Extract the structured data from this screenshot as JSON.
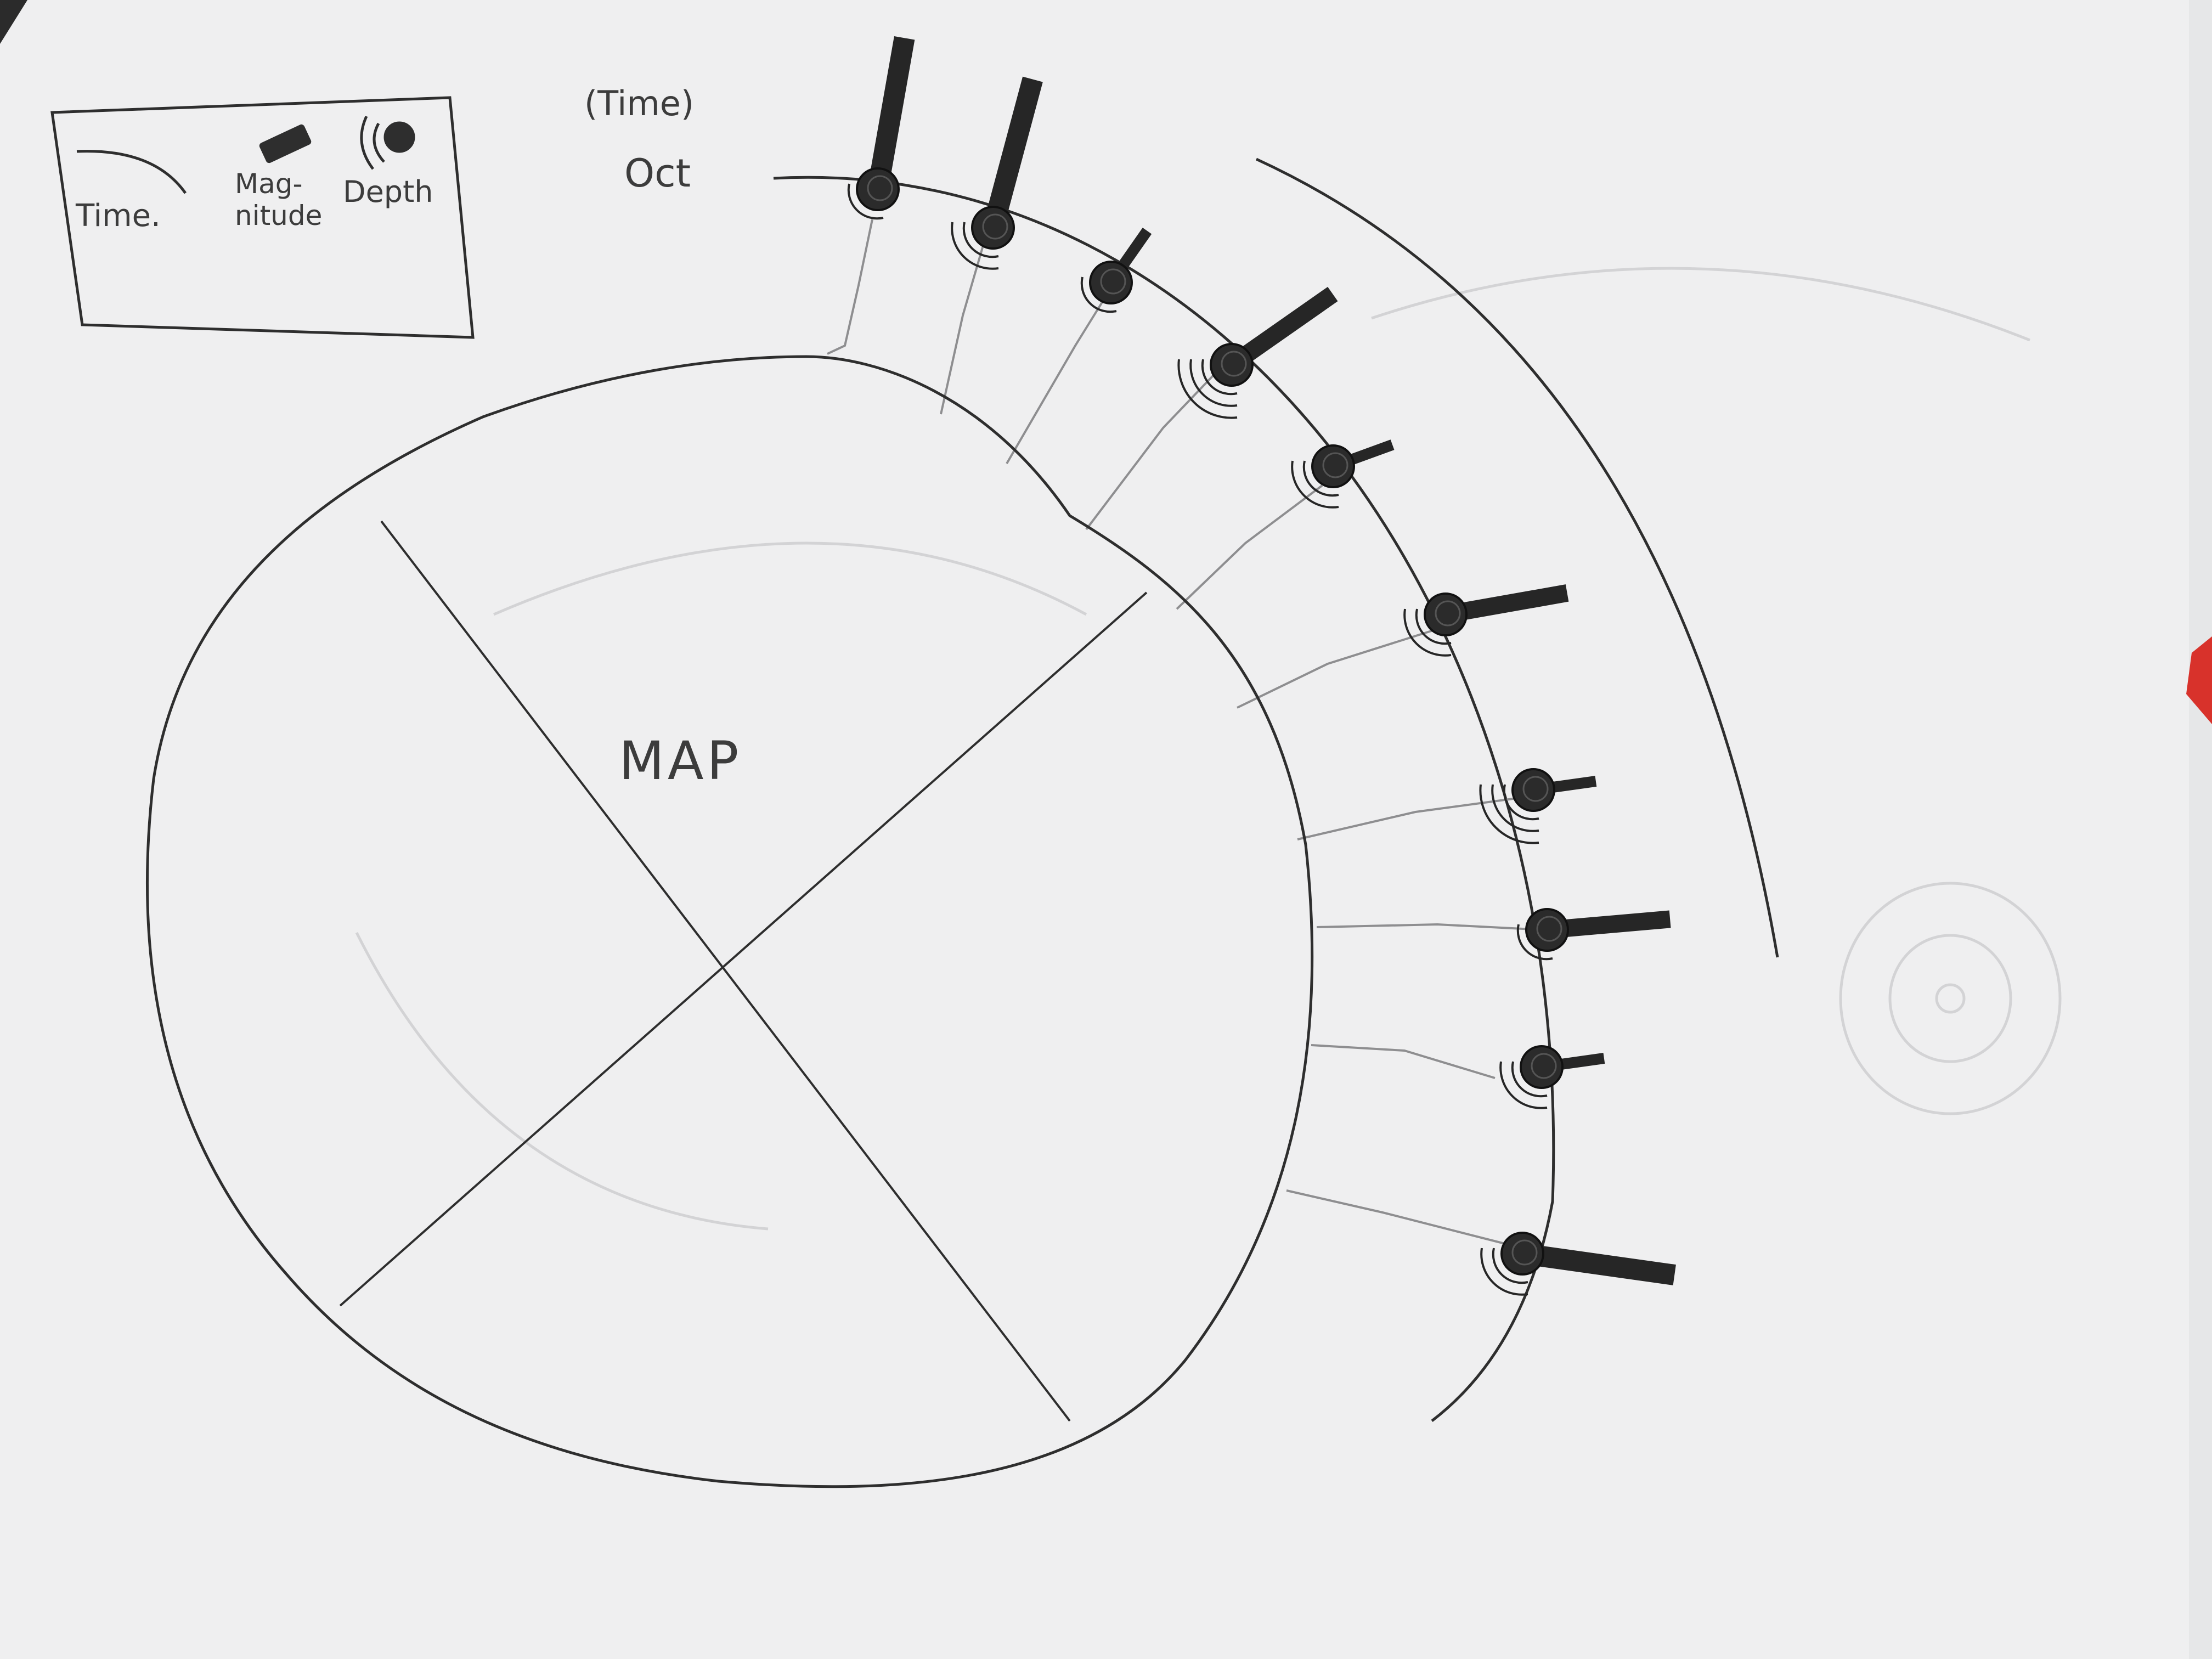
{
  "legend": {
    "items": [
      {
        "label": "Time.",
        "icon": "time-arc-icon"
      },
      {
        "label_line1": "Mag-",
        "label_line2": "nitude",
        "icon": "magnitude-bar-icon"
      },
      {
        "label": "Depth",
        "icon": "depth-rings-icon"
      }
    ]
  },
  "timeline": {
    "axis_label": "(Time)",
    "start_label": "Oct",
    "events": [
      {
        "magnitude": 4,
        "depth": 1
      },
      {
        "magnitude": 4,
        "depth": 2
      },
      {
        "magnitude": 1,
        "depth": 1
      },
      {
        "magnitude": 3,
        "depth": 3
      },
      {
        "magnitude": 1,
        "depth": 2
      },
      {
        "magnitude": 3,
        "depth": 2
      },
      {
        "magnitude": 1,
        "depth": 3
      },
      {
        "magnitude": 3,
        "depth": 1
      },
      {
        "magnitude": 1,
        "depth": 2
      },
      {
        "magnitude": 4,
        "depth": 2
      }
    ]
  },
  "map": {
    "label": "MAP"
  },
  "colors": {
    "paper": "#efeff0",
    "pencil": "#2e2e2e",
    "faint_pencil": "#9a9a9a",
    "red_tab": "#d8322b"
  }
}
